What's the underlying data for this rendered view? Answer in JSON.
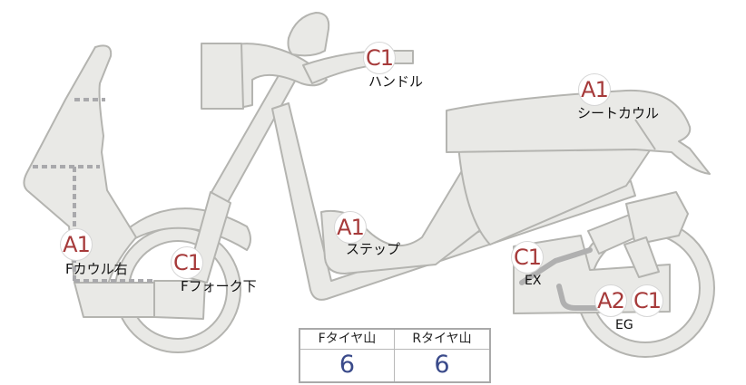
{
  "diagram": {
    "parts": [
      {
        "code": "C1",
        "label": "ハンドル"
      },
      {
        "code": "A1",
        "label": "シートカウル"
      },
      {
        "code": "A1",
        "label": "ステップ"
      },
      {
        "code": "A1",
        "label": "Fカウル右"
      },
      {
        "code": "C1",
        "label": "Fフォーク下"
      },
      {
        "code": "C1",
        "label": "EX"
      },
      {
        "code": "A2",
        "label": ""
      },
      {
        "code": "C1",
        "label": "EG"
      }
    ]
  },
  "tire_table": {
    "headers": [
      "Fタイヤ山",
      "Rタイヤ山"
    ],
    "values": [
      "6",
      "6"
    ]
  }
}
